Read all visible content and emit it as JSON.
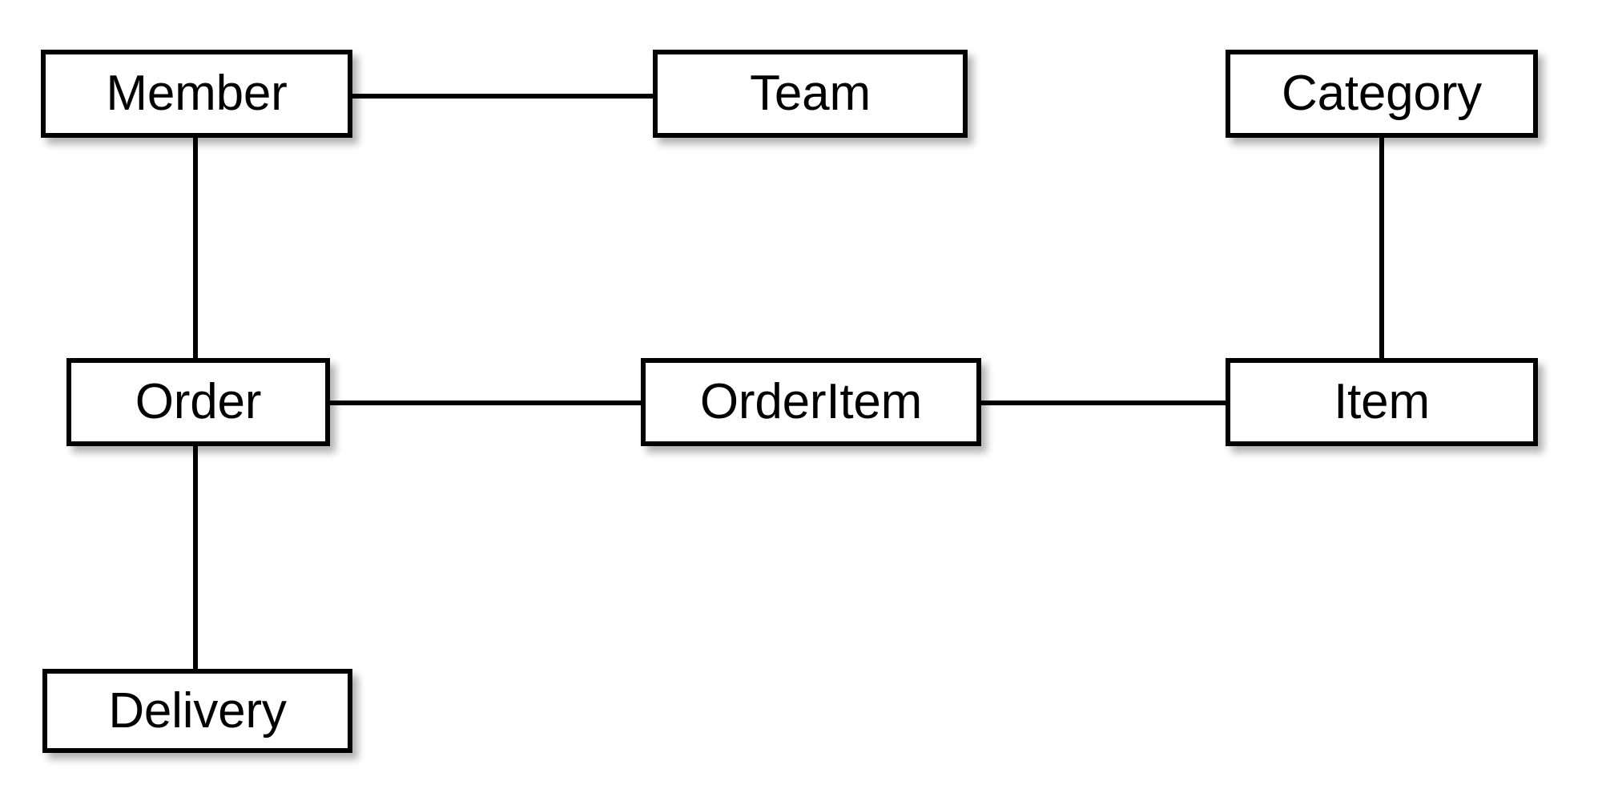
{
  "diagram": {
    "type": "entity-relationship-diagram",
    "background_color": "#ffffff",
    "stroke_color": "#000000",
    "fill_color": "#ffffff",
    "nodes": [
      {
        "id": "member",
        "label": "Member"
      },
      {
        "id": "team",
        "label": "Team"
      },
      {
        "id": "category",
        "label": "Category"
      },
      {
        "id": "order",
        "label": "Order"
      },
      {
        "id": "orderitem",
        "label": "OrderItem"
      },
      {
        "id": "item",
        "label": "Item"
      },
      {
        "id": "delivery",
        "label": "Delivery"
      }
    ],
    "edges": [
      {
        "id": "member-team",
        "from": "Member",
        "to": "Team",
        "orientation": "horizontal"
      },
      {
        "id": "member-order",
        "from": "Member",
        "to": "Order",
        "orientation": "vertical"
      },
      {
        "id": "category-item",
        "from": "Category",
        "to": "Item",
        "orientation": "vertical"
      },
      {
        "id": "order-orderitem",
        "from": "Order",
        "to": "OrderItem",
        "orientation": "horizontal"
      },
      {
        "id": "orderitem-item",
        "from": "OrderItem",
        "to": "Item",
        "orientation": "horizontal"
      },
      {
        "id": "order-delivery",
        "from": "Order",
        "to": "Delivery",
        "orientation": "vertical"
      }
    ]
  }
}
